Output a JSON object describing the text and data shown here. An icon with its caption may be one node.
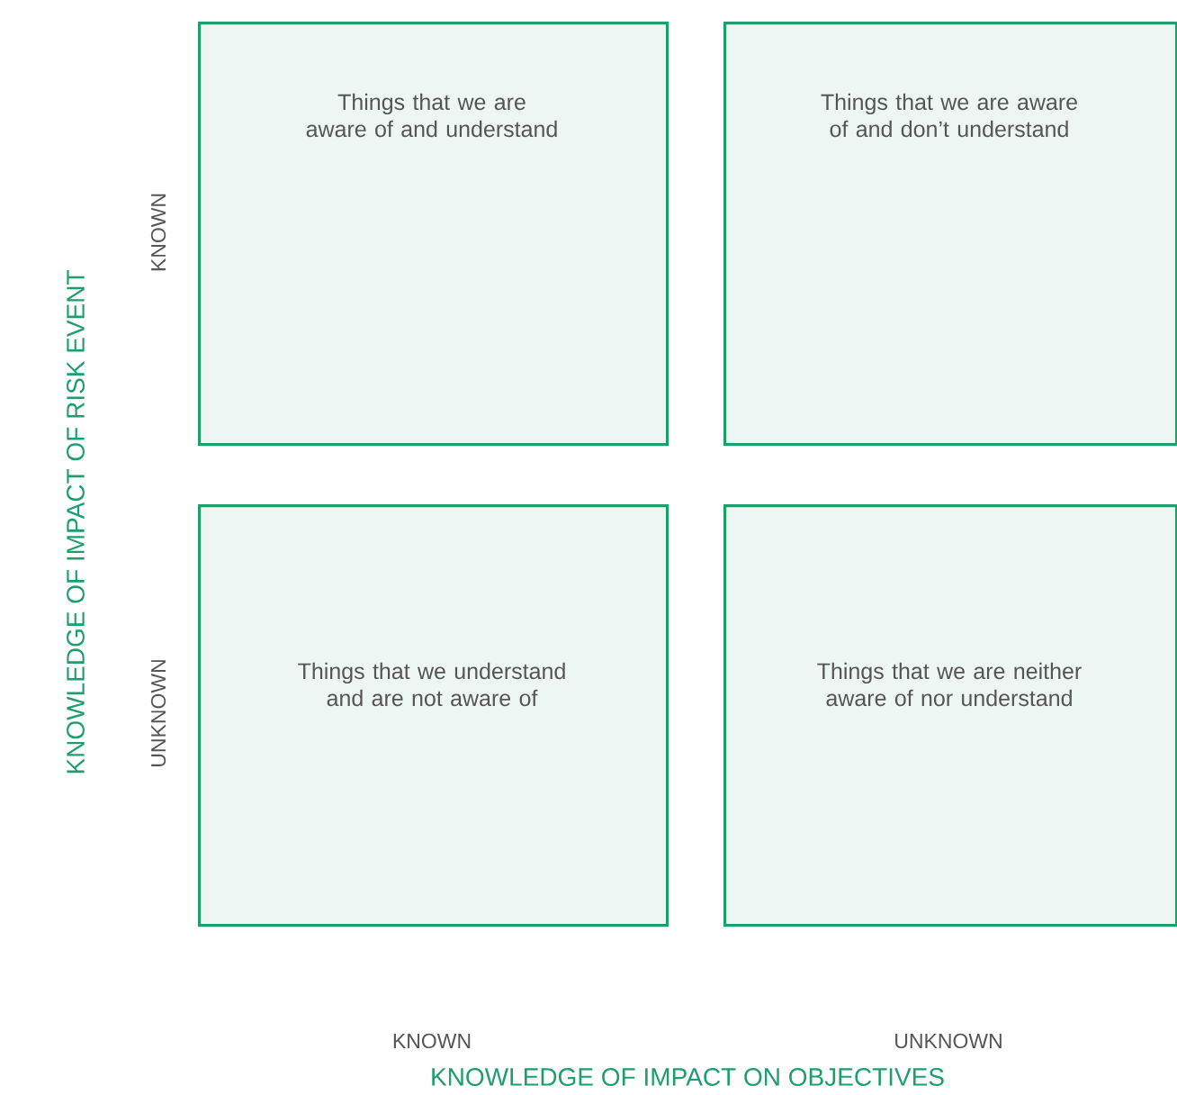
{
  "diagram": {
    "nodes": [
      {
        "text": [
          "Things that we are aware of and understand"
        ]
      },
      {
        "text": [
          "Things that we are aware of and don’t understand"
        ]
      },
      {
        "text": [
          "Things that we understand and are not aware of"
        ]
      },
      {
        "text": [
          "Things that we are neither aware of nor understand"
        ]
      }
    ],
    "labels": [
      "KNOWLEDGE OF IMPACT OF RISK EVENT",
      "KNOWN",
      "UNKNOWN",
      "KNOWN",
      "UNKNOWN",
      "KNOWLEDGE OF IMPACT ON OBJECTIVES"
    ]
  }
}
